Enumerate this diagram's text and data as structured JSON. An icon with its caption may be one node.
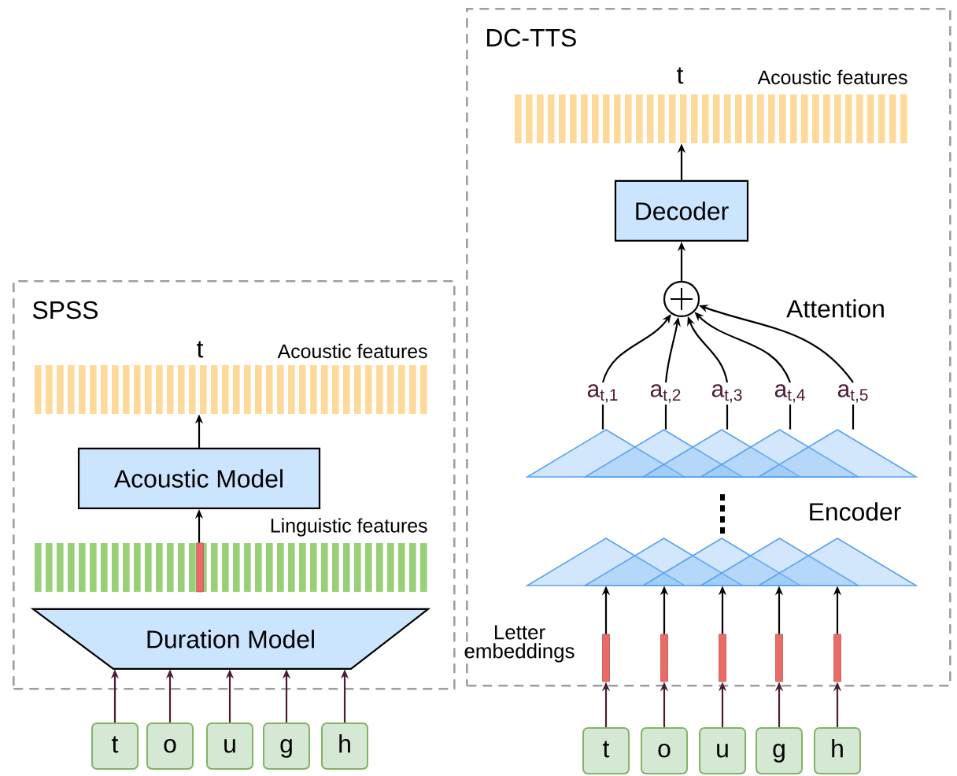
{
  "diagram": {
    "nodes": [
      {
        "text": [
          "SPSS"
        ]
      },
      {
        "text": [
          "t",
          "Acoustic features"
        ],
        "in": 0
      },
      {
        "text": [
          "Acoustic Model"
        ],
        "in": 0
      },
      {
        "text": [
          "Linguistic features"
        ],
        "in": 0
      },
      {
        "text": [
          "Duration Model"
        ],
        "in": 0
      },
      {
        "text": [
          "t"
        ]
      },
      {
        "text": [
          "o"
        ]
      },
      {
        "text": [
          "u"
        ]
      },
      {
        "text": [
          "g"
        ]
      },
      {
        "text": [
          "h"
        ]
      },
      {
        "text": [
          "DC-TTS"
        ]
      },
      {
        "text": [
          "t",
          "Acoustic features"
        ],
        "in": 10
      },
      {
        "text": [
          "Decoder"
        ],
        "in": 10
      },
      {
        "text": [],
        "shape": "circle",
        "in": 10
      },
      {
        "text": [
          "a$_{t,1}$"
        ],
        "in": 10
      },
      {
        "text": [
          "a$_{t,2}$"
        ],
        "in": 10
      },
      {
        "text": [
          "a$_{t,3}$"
        ],
        "in": 10
      },
      {
        "text": [
          "a$_{t,4}$"
        ],
        "in": 10
      },
      {
        "text": [
          "a$_{t,5}$"
        ],
        "in": 10
      },
      {
        "text": [],
        "shape": "triangle",
        "in": 10
      },
      {
        "text": [],
        "shape": "triangle",
        "in": 10
      },
      {
        "text": [],
        "shape": "bar",
        "in": 10
      },
      {
        "text": [],
        "shape": "bar",
        "in": 10
      },
      {
        "text": [],
        "shape": "bar",
        "in": 10
      },
      {
        "text": [],
        "shape": "bar",
        "in": 10
      },
      {
        "text": [],
        "shape": "bar",
        "in": 10
      },
      {
        "text": [
          "t"
        ]
      },
      {
        "text": [
          "o"
        ]
      },
      {
        "text": [
          "u"
        ]
      },
      {
        "text": [
          "g"
        ]
      },
      {
        "text": [
          "h"
        ]
      }
    ],
    "edges": [
      {
        "from": 5,
        "to": 4,
        "arrow": "to",
        "color": "#4b1c35"
      },
      {
        "from": 6,
        "to": 4,
        "arrow": "to",
        "color": "#4b1c35"
      },
      {
        "from": 7,
        "to": 4,
        "arrow": "to",
        "color": "#4b1c35"
      },
      {
        "from": 8,
        "to": 4,
        "arrow": "to",
        "color": "#4b1c35"
      },
      {
        "from": 9,
        "to": 4,
        "arrow": "to",
        "color": "#4b1c35"
      },
      {
        "from": 3,
        "to": 2,
        "arrow": "to"
      },
      {
        "from": 2,
        "to": 1,
        "arrow": "to"
      },
      {
        "from": 26,
        "to": 21,
        "arrow": "to",
        "color": "#4b1c35"
      },
      {
        "from": 27,
        "to": 22,
        "arrow": "to",
        "color": "#4b1c35"
      },
      {
        "from": 28,
        "to": 23,
        "arrow": "to",
        "color": "#4b1c35"
      },
      {
        "from": 29,
        "to": 24,
        "arrow": "to",
        "color": "#4b1c35"
      },
      {
        "from": 30,
        "to": 25,
        "arrow": "to",
        "color": "#4b1c35"
      },
      {
        "from": 21,
        "to": 20,
        "arrow": "to"
      },
      {
        "from": 22,
        "to": 20,
        "arrow": "to"
      },
      {
        "from": 23,
        "to": 20,
        "arrow": "to"
      },
      {
        "from": 24,
        "to": 20,
        "arrow": "to"
      },
      {
        "from": 25,
        "to": 20,
        "arrow": "to"
      },
      {
        "from": 19,
        "to": 14,
        "arrow": "none"
      },
      {
        "from": 19,
        "to": 15,
        "arrow": "none"
      },
      {
        "from": 19,
        "to": 16,
        "arrow": "none"
      },
      {
        "from": 19,
        "to": 17,
        "arrow": "none"
      },
      {
        "from": 19,
        "to": 18,
        "arrow": "none"
      },
      {
        "from": 14,
        "to": 13,
        "arrow": "to"
      },
      {
        "from": 15,
        "to": 13,
        "arrow": "to"
      },
      {
        "from": 16,
        "to": 13,
        "arrow": "to"
      },
      {
        "from": 17,
        "to": 13,
        "arrow": "to"
      },
      {
        "from": 18,
        "to": 13,
        "arrow": "to"
      },
      {
        "from": 13,
        "to": 12,
        "arrow": "to"
      },
      {
        "from": 12,
        "to": 11,
        "arrow": "to"
      }
    ],
    "labels": [
      "Attention",
      "Encoder",
      "Letter embeddings"
    ]
  }
}
